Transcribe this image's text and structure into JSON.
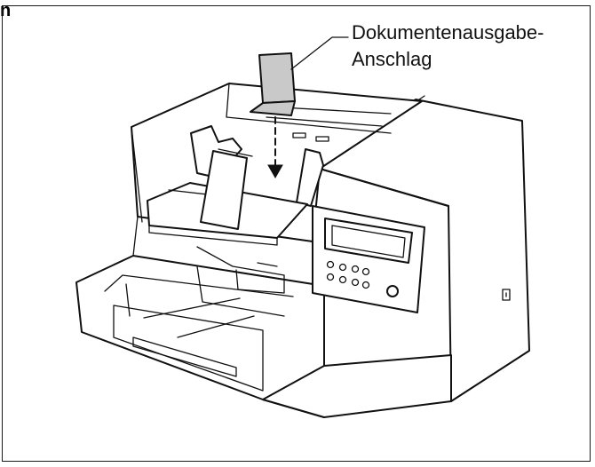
{
  "corner_mark": "n",
  "callout": {
    "line1": "Dokumentenausgabe-",
    "line2": "Anschlag"
  },
  "colors": {
    "line": "#111111",
    "stopper_fill": "#c9c9c9",
    "background": "#ffffff"
  }
}
